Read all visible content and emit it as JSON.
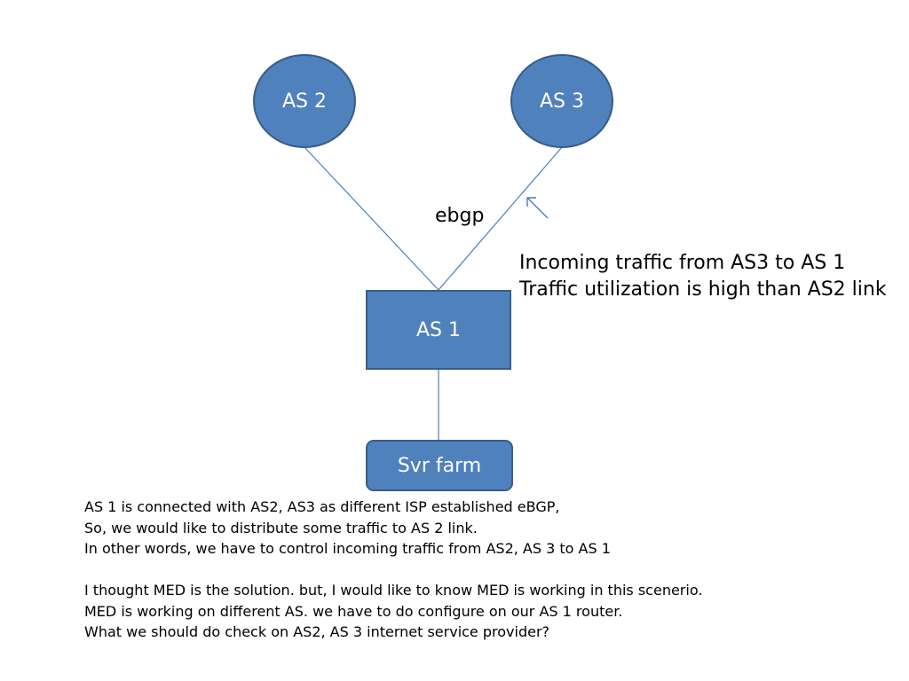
{
  "nodes": {
    "as2": "AS 2",
    "as3": "AS 3",
    "as1": "AS 1",
    "server_farm": "Svr farm"
  },
  "link_label": "ebgp",
  "note": {
    "line1": "Incoming traffic from AS3 to AS 1",
    "line2": "Traffic utilization is high than AS2 link"
  },
  "description": {
    "line1": "AS 1 is connected with AS2, AS3 as different ISP established eBGP,",
    "line2": "So, we would like to distribute some traffic to AS 2 link.",
    "line3": "In other words, we have to control incoming traffic from AS2, AS 3 to AS 1",
    "line4": "I thought MED is the solution. but, I would like to know MED is working in this scenerio.",
    "line5": "MED is working on different AS. we have to do configure on our AS 1 router.",
    "line6": "What we should do check on AS2, AS 3 internet service provider?"
  },
  "colors": {
    "node_fill": "#4f81bd",
    "node_border": "#385d8a",
    "connector": "#4a7ebb"
  }
}
